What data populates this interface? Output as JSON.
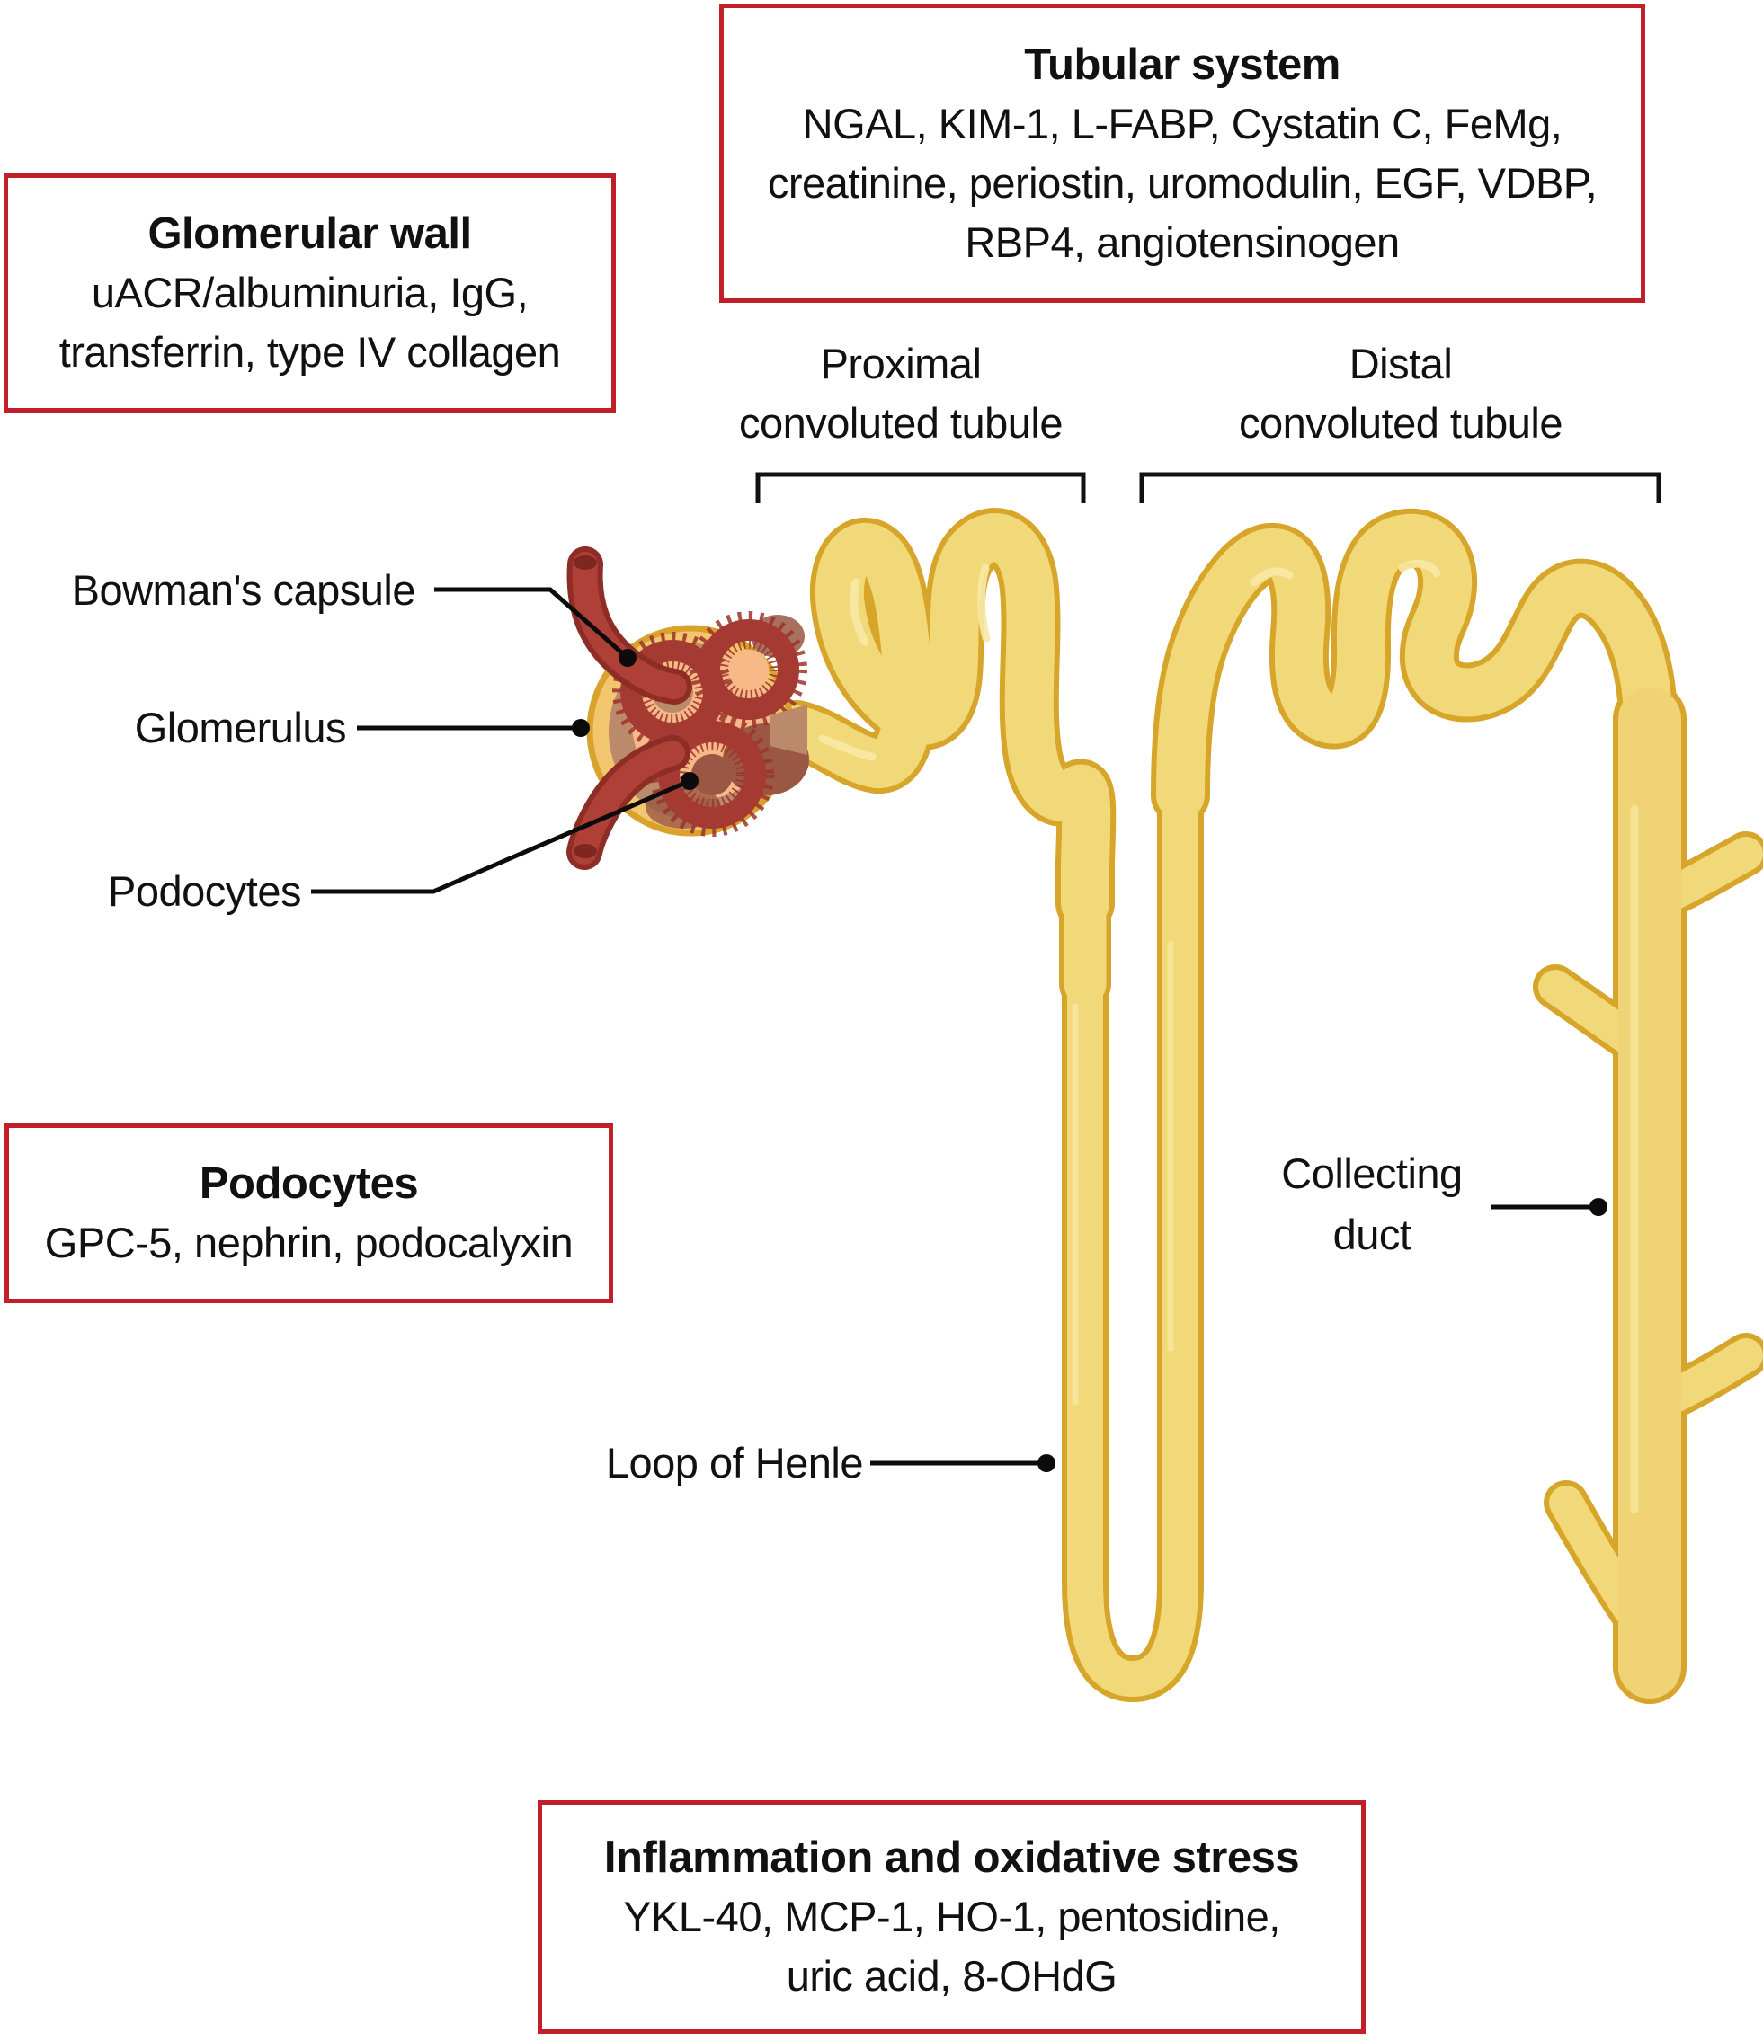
{
  "figure": {
    "type": "nephron-biomarker-diagram",
    "background": "#ffffff",
    "accent_red": "#c1202b",
    "tube_fill": "#f1d97a",
    "tube_outline": "#d7a52a",
    "capillary_red": "#a43a31",
    "capsule_gold": "#f2c66e",
    "capsule_inner_tan": "#ba8a6a",
    "capsule_salmon": "#f7b988",
    "text_color": "#111111"
  },
  "boxes": {
    "tubular_system": {
      "title": "Tubular system",
      "lines": [
        "NGAL, KIM-1, L-FABP, Cystatin C, FeMg,",
        "creatinine, periostin, uromodulin, EGF, VDBP,",
        "RBP4, angiotensinogen"
      ]
    },
    "glomerular_wall": {
      "title": "Glomerular wall",
      "lines": [
        "uACR/albuminuria, IgG,",
        "transferrin, type IV collagen"
      ]
    },
    "podocytes": {
      "title": "Podocytes",
      "lines": [
        "GPC-5, nephrin, podocalyxin"
      ]
    },
    "inflammation": {
      "title": "Inflammation and oxidative stress",
      "lines": [
        "YKL-40, MCP-1, HO-1, pentosidine,",
        "uric acid, 8-OHdG"
      ]
    }
  },
  "labels": {
    "bowmans_capsule": "Bowman's capsule",
    "glomerulus": "Glomerulus",
    "podocytes": "Podocytes",
    "loop_of_henle": "Loop of Henle",
    "collecting_duct_line1": "Collecting",
    "collecting_duct_line2": "duct",
    "proximal_line1": "Proximal",
    "proximal_line2": "convoluted tubule",
    "distal_line1": "Distal",
    "distal_line2": "convoluted tubule"
  }
}
